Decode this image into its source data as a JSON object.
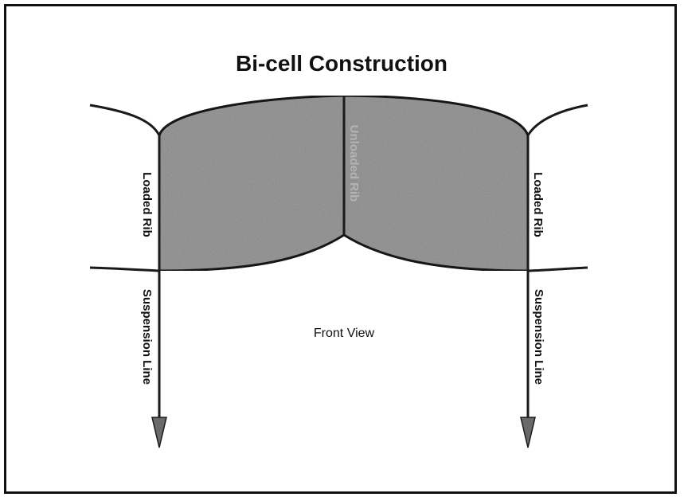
{
  "diagram": {
    "title": "Bi-cell Construction",
    "left_rib_label": "Loaded Rib",
    "right_rib_label": "Loaded Rib",
    "center_rib_label": "Unloaded Rib",
    "left_line_label": "Suspension Line",
    "right_line_label": "Suspension Line",
    "view_label": "Front View"
  },
  "colors": {
    "cell_fill": "#9c9c9c",
    "line": "#1a1a1a",
    "frame": "#111111",
    "background": "#ffffff"
  }
}
